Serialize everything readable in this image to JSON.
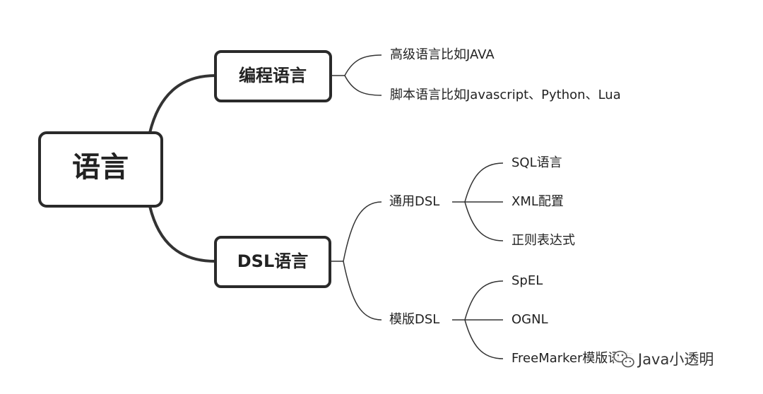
{
  "mindmap": {
    "root": "语言",
    "programming": {
      "label": "编程语言",
      "children": [
        "高级语言比如JAVA",
        "脚本语言比如Javascript、Python、Lua"
      ]
    },
    "dsl": {
      "label": "DSL语言",
      "general": {
        "label": "通用DSL",
        "children": [
          "SQL语言",
          "XML配置",
          "正则表达式"
        ]
      },
      "template": {
        "label": "模版DSL",
        "children": [
          "SpEL",
          "OGNL",
          "FreeMarker模版语言"
        ]
      }
    }
  },
  "watermark": {
    "text": "Java小透明",
    "icon": "wechat-icon"
  }
}
